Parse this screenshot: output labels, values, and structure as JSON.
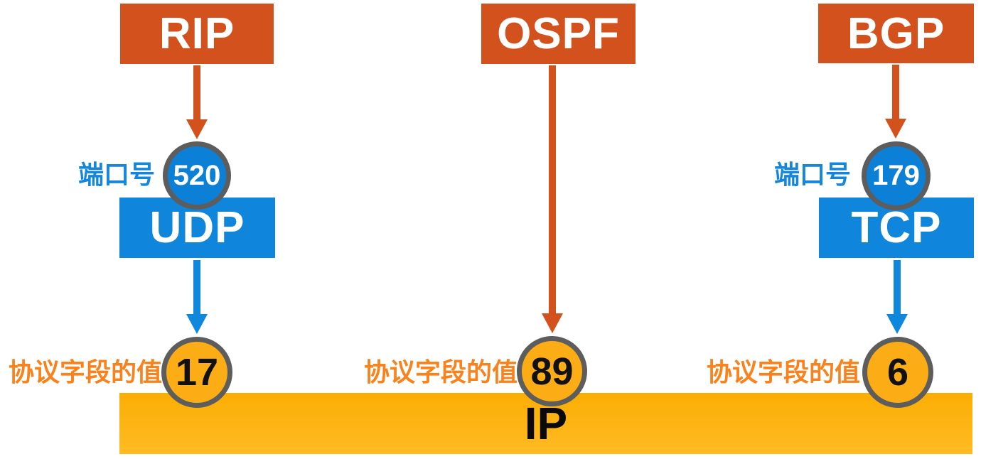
{
  "diagram": {
    "title_semantics": "Routing protocols mapped to transport protocols and IP protocol field values",
    "columns": [
      {
        "routing_protocol": "RIP",
        "port_label": "端口号",
        "port_number": "520",
        "transport_protocol": "UDP",
        "protocol_field_label": "协议字段的值",
        "protocol_field_value": "17"
      },
      {
        "routing_protocol": "OSPF",
        "protocol_field_label": "协议字段的值",
        "protocol_field_value": "89"
      },
      {
        "routing_protocol": "BGP",
        "port_label": "端口号",
        "port_number": "179",
        "transport_protocol": "TCP",
        "protocol_field_label": "协议字段的值",
        "protocol_field_value": "6"
      }
    ],
    "ip_bar": {
      "label": "IP"
    },
    "colors": {
      "routing_box": "#d3511c",
      "transport_box": "#0f85db",
      "port_circle_fill": "#0c80d6",
      "field_circle_fill": "#fcac15",
      "circle_ring": "#5d5d5d",
      "ip_bar": "#ffb206",
      "port_label_text": "#1487dc",
      "field_label_text": "#f9821c",
      "red_arrow": "#d3511c",
      "blue_arrow": "#0e87dd"
    }
  }
}
